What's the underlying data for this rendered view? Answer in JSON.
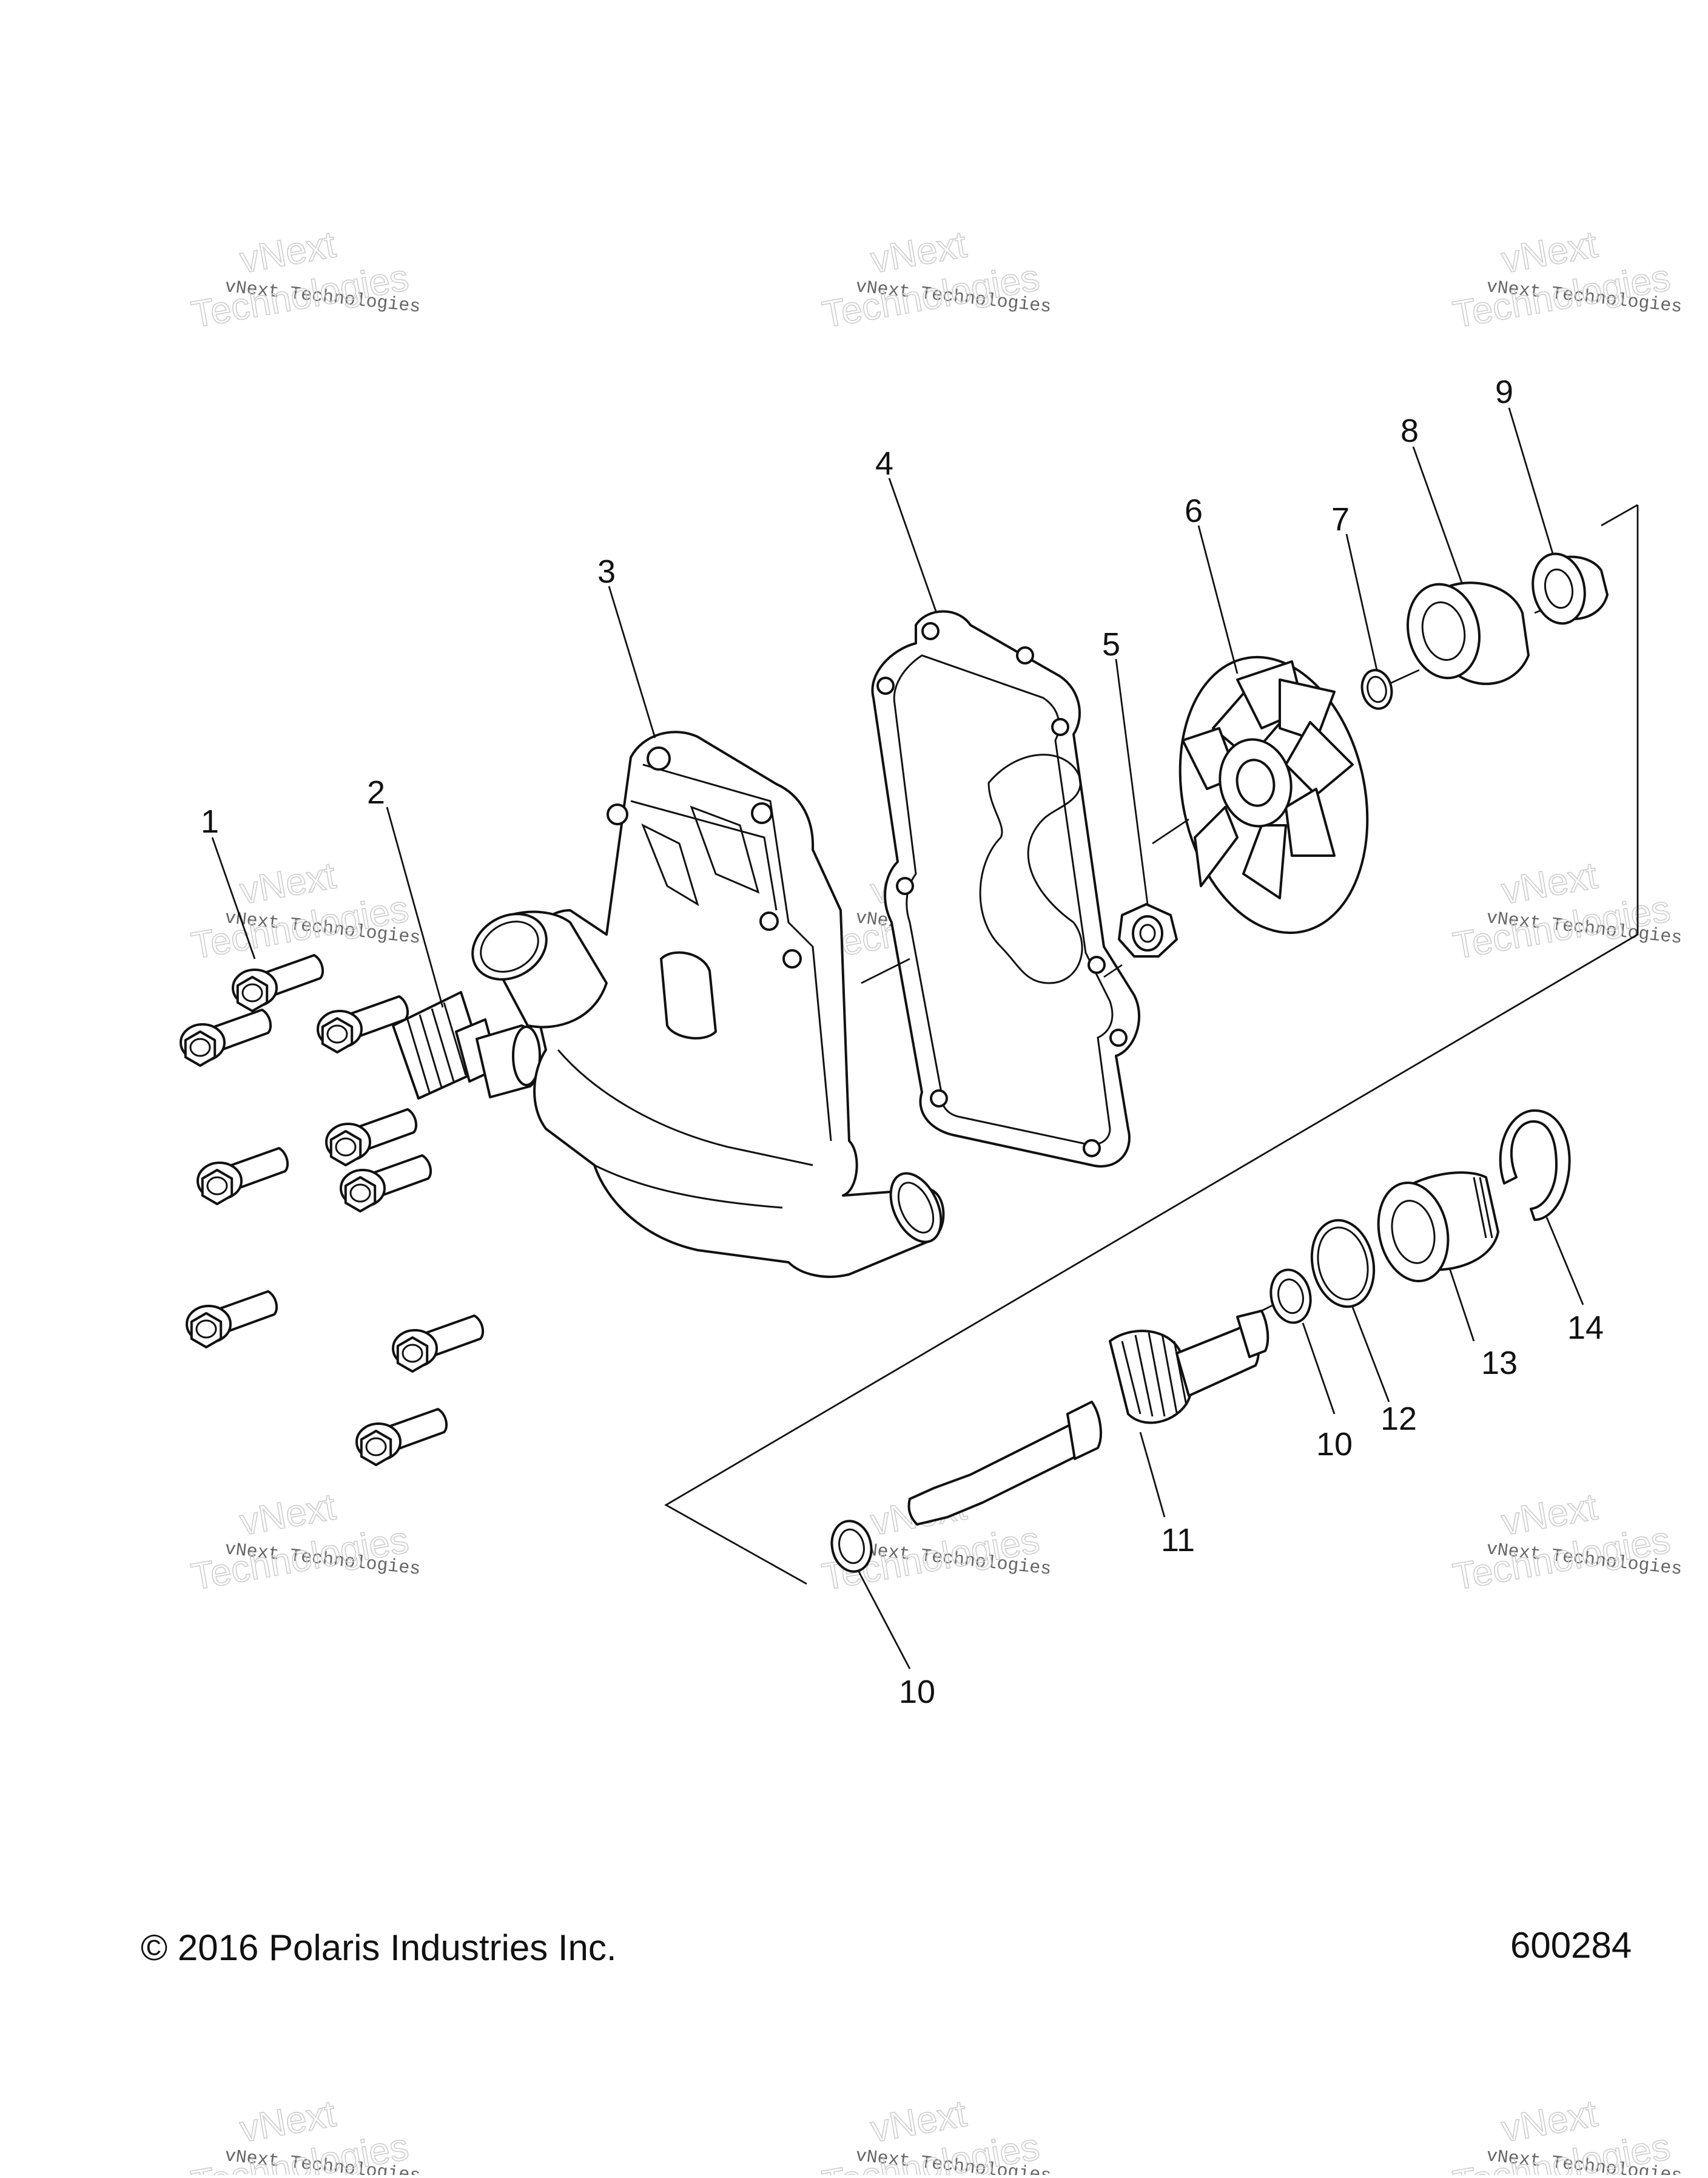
{
  "diagram": {
    "callouts": [
      {
        "id": "1",
        "text": "1"
      },
      {
        "id": "2",
        "text": "2"
      },
      {
        "id": "3",
        "text": "3"
      },
      {
        "id": "4",
        "text": "4"
      },
      {
        "id": "5",
        "text": "5"
      },
      {
        "id": "6",
        "text": "6"
      },
      {
        "id": "7",
        "text": "7"
      },
      {
        "id": "8",
        "text": "8"
      },
      {
        "id": "9",
        "text": "9"
      },
      {
        "id": "10a",
        "text": "10"
      },
      {
        "id": "10b",
        "text": "10"
      },
      {
        "id": "11",
        "text": "11"
      },
      {
        "id": "12",
        "text": "12"
      },
      {
        "id": "13",
        "text": "13"
      },
      {
        "id": "14",
        "text": "14"
      }
    ]
  },
  "footer": {
    "copyright": "© 2016 Polaris Industries Inc.",
    "figure_number": "600284"
  },
  "watermark": {
    "line1": "vNext",
    "line2": "vNext Technologies",
    "line3": "Technologies"
  }
}
